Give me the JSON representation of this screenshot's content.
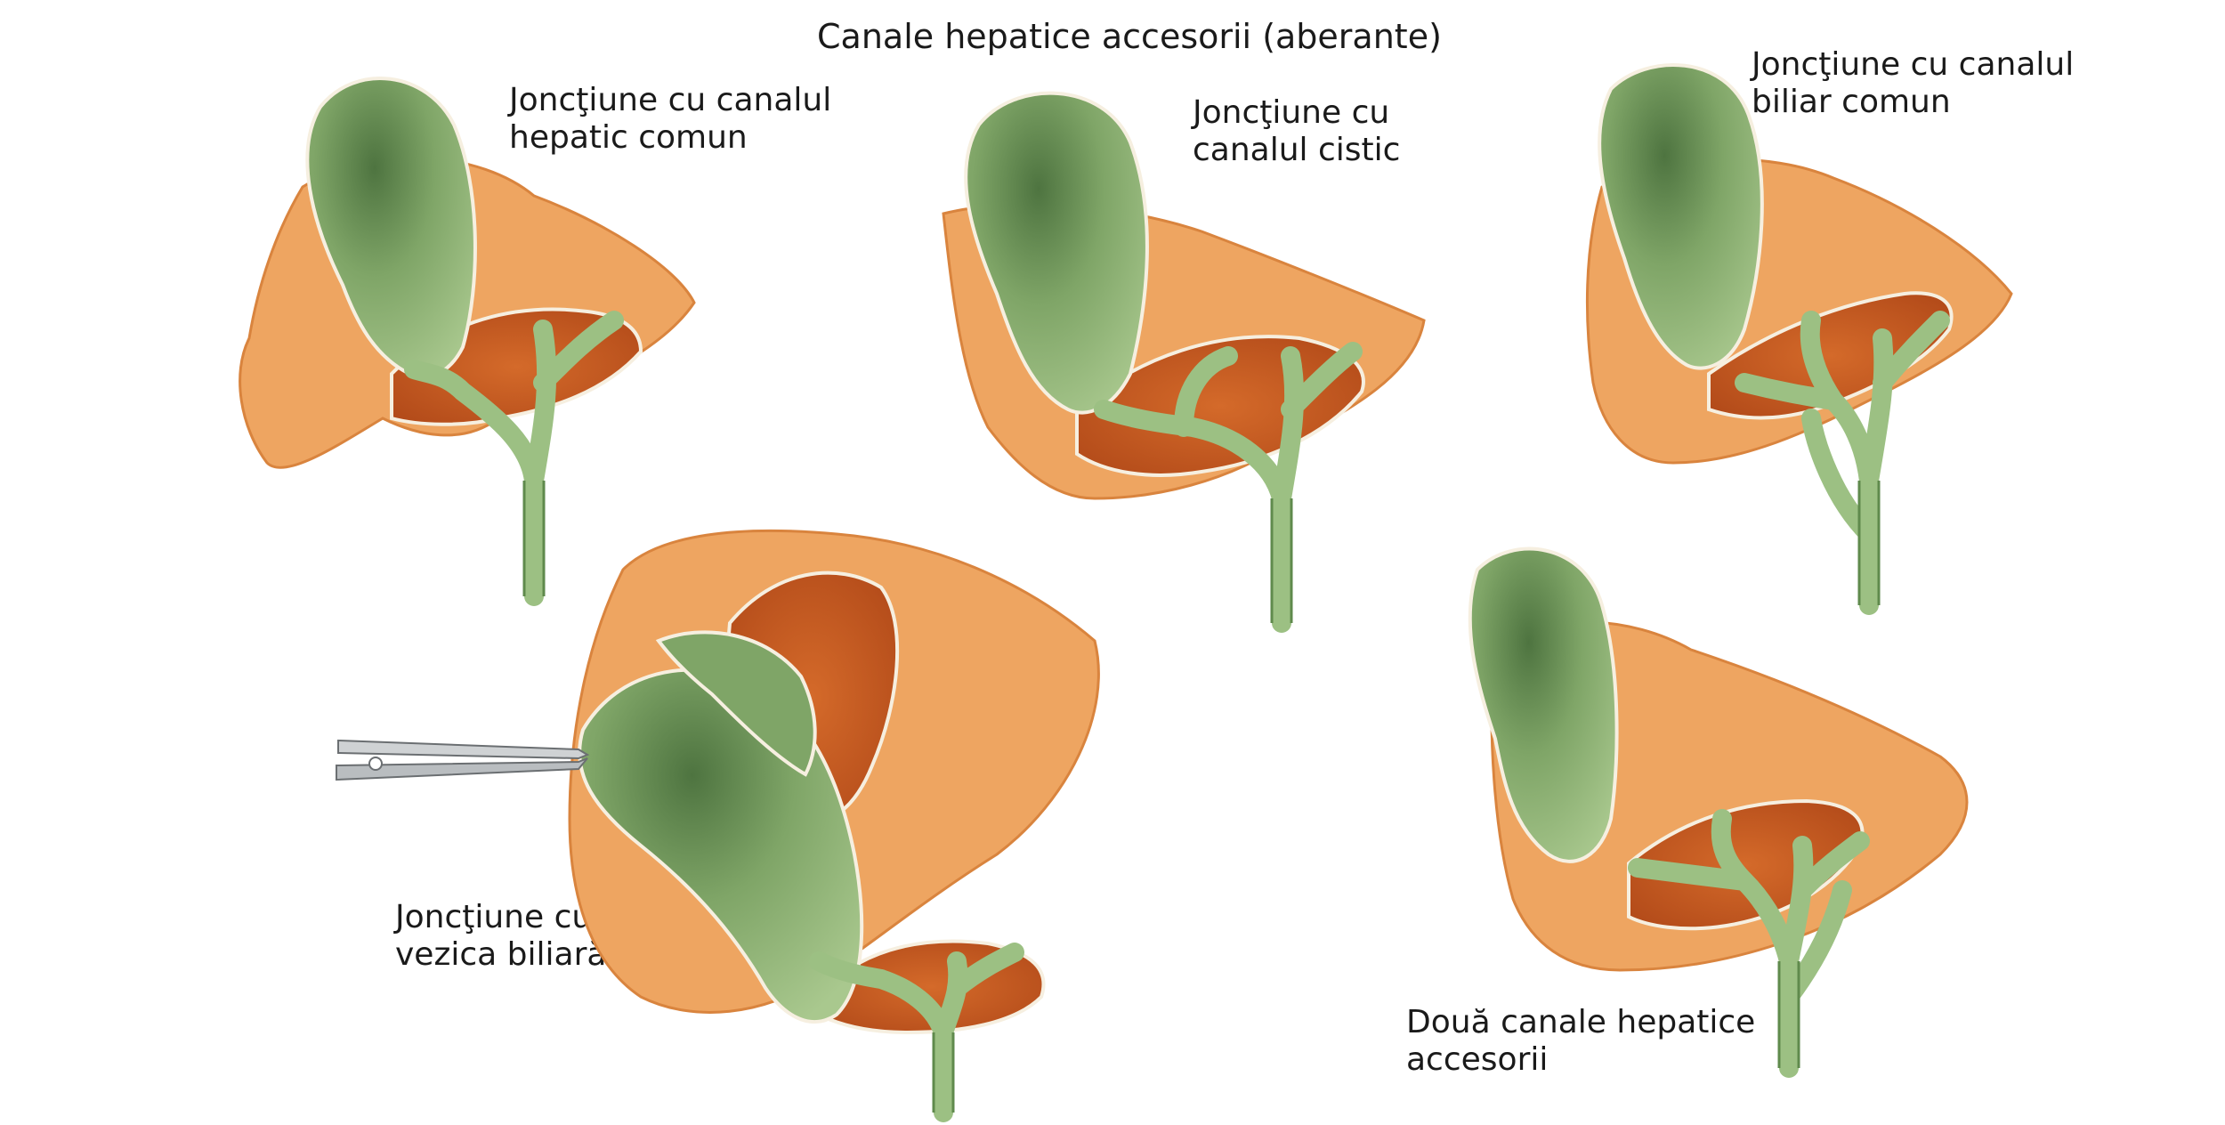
{
  "title": "Canale hepatice accesorii (aberante)",
  "panels": [
    {
      "id": "hepatic-comun",
      "label_lines": [
        "Joncţiune cu canalul",
        "hepatic comun"
      ]
    },
    {
      "id": "canal-cistic",
      "label_lines": [
        "Joncţiune cu",
        "canalul cistic"
      ]
    },
    {
      "id": "biliar-comun",
      "label_lines": [
        "Joncţiune cu canalul",
        "biliar comun"
      ]
    },
    {
      "id": "vezica-biliara",
      "label_lines": [
        "Joncţiune cu",
        "vezica biliară"
      ]
    },
    {
      "id": "doua-canale",
      "label_lines": [
        "Două canale hepatice",
        "accesorii"
      ]
    }
  ],
  "colors": {
    "liver": "#eea561",
    "liver_dark": "#d9843e",
    "liver_cut": "#c4561f",
    "gallbladder": "#7fa567",
    "gallbladder_dark": "#4e7440",
    "gallbladder_light": "#a9c88e",
    "duct": "#9cc083",
    "duct_dark": "#5f8a4c",
    "text": "#1a1a1a"
  }
}
